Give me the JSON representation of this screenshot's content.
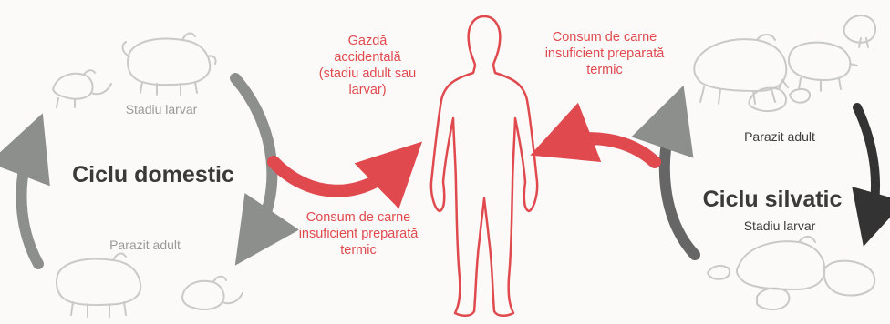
{
  "domestic": {
    "title": "Ciclu domestic",
    "stage_top": "Stadiu larvar",
    "stage_bottom": "Parazit adult"
  },
  "human": {
    "host_label": "Gazdă accidentală (stadiu adult sau larvar)",
    "consumption_left": "Consum de carne insuficient preparată termic",
    "consumption_right": "Consum de carne insuficient preparată termic"
  },
  "sylvatic": {
    "title": "Ciclu silvatic",
    "stage_top": "Parazit adult",
    "stage_bottom": "Stadiu larvar"
  },
  "colors": {
    "accent_red": "#e04a4f",
    "cycle_grey": "#8c8f8c",
    "cycle_dark": "#333333",
    "animal_outline": "#c9c9c9"
  },
  "icons": [
    "rat-icon",
    "pig-icon",
    "bear-icon",
    "boar-icon",
    "walrus-icon",
    "fox-icon",
    "human-silhouette-icon"
  ]
}
